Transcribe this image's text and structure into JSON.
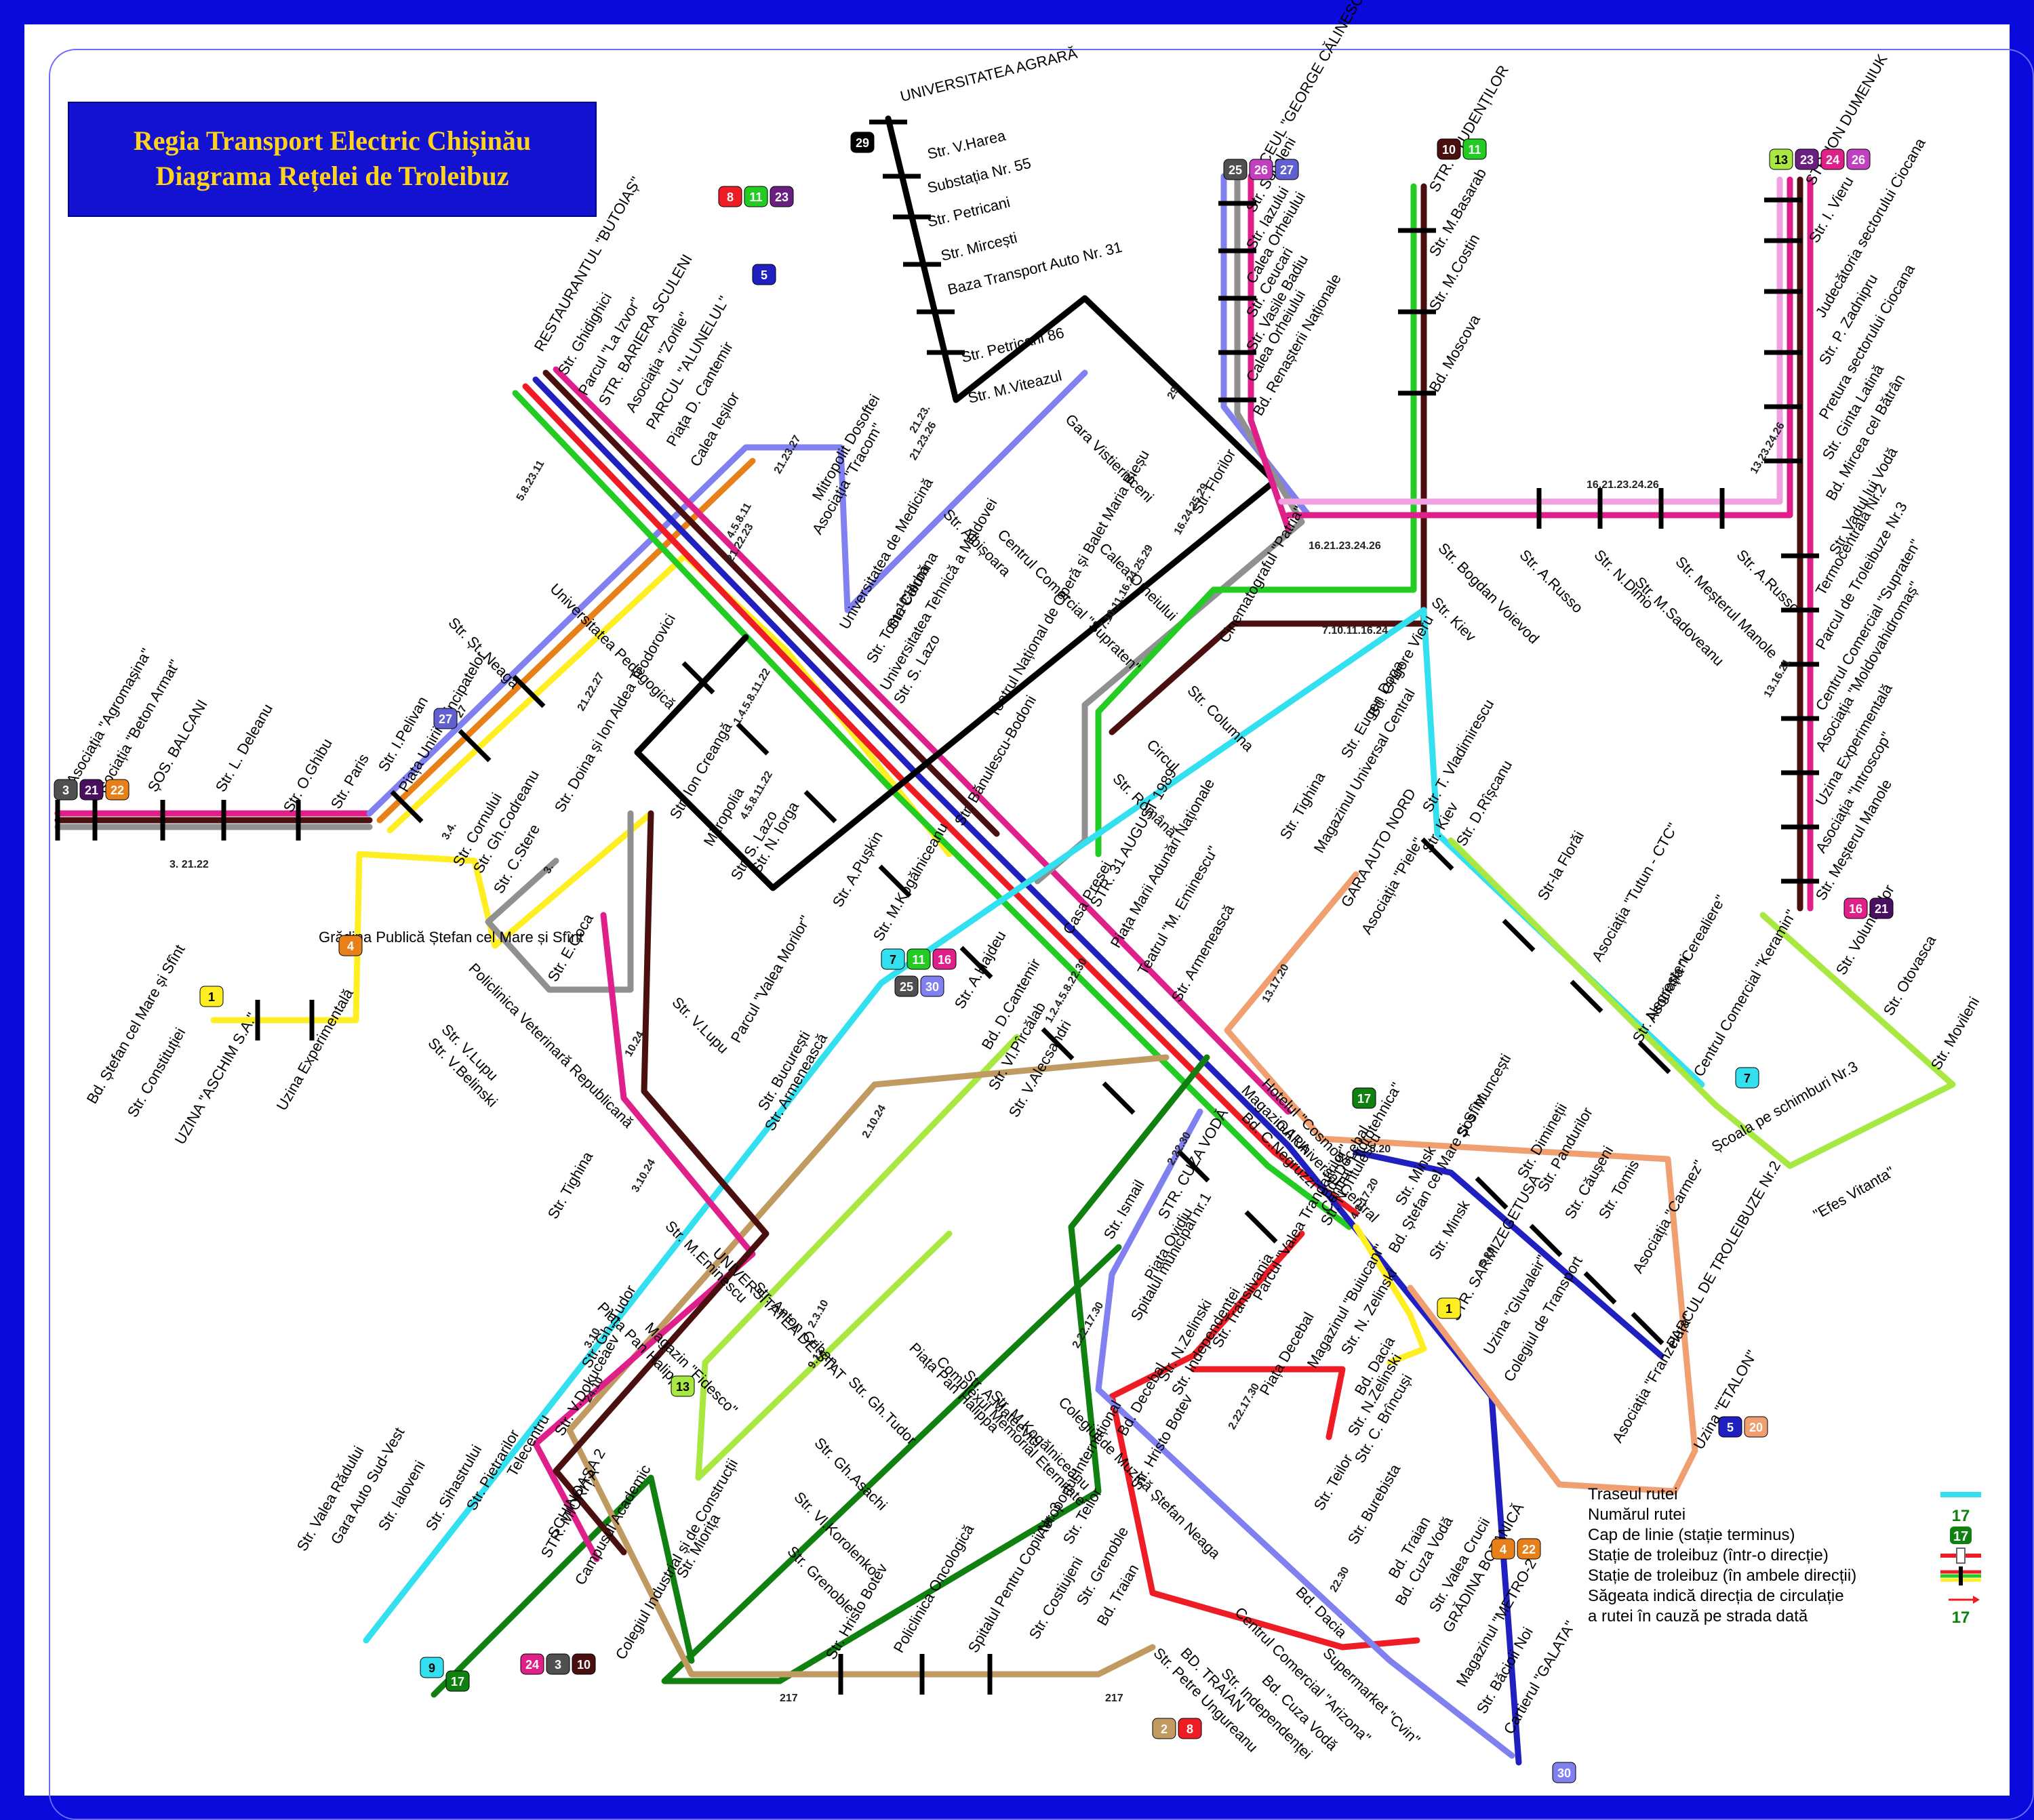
{
  "title": {
    "line1": "Regia Transport Electric Chișinău",
    "line2": "Diagrama Rețelei de Troleibuz"
  },
  "colors": {
    "frame": "#0a0adc",
    "title_bg": "#1212d0",
    "title_text": "#ffd21e",
    "route_cyan": "#33e0f0",
    "route_green": "#22cc22",
    "route_lime": "#a8e840",
    "route_yellow": "#ffee22",
    "route_red": "#ee1c24",
    "route_orange": "#e8801a",
    "route_brown": "#4a1010",
    "route_dark_green": "#108010",
    "route_blue": "#2020c0",
    "route_lavender": "#8080f0",
    "route_pink": "#f0a0e0",
    "route_magenta": "#e0208a",
    "route_grey": "#909090",
    "route_black": "#000000",
    "route_tan": "#c09a60",
    "route_salmon": "#f0a070"
  },
  "route_badges": [
    {
      "text": "29",
      "color": "#000000"
    },
    {
      "text": "8",
      "color": "#ee1c24"
    },
    {
      "text": "11",
      "color": "#22cc22"
    },
    {
      "text": "23",
      "color": "#6a2080"
    },
    {
      "text": "5",
      "color": "#2020c0"
    },
    {
      "text": "25",
      "color": "#505050"
    },
    {
      "text": "26",
      "color": "#c040c0"
    },
    {
      "text": "27",
      "color": "#6060d0"
    },
    {
      "text": "10",
      "color": "#4a1010"
    },
    {
      "text": "11",
      "color": "#22cc22"
    },
    {
      "text": "13",
      "color": "#a8e840"
    },
    {
      "text": "23",
      "color": "#6a2080"
    },
    {
      "text": "24",
      "color": "#e0208a"
    },
    {
      "text": "26",
      "color": "#c040c0"
    },
    {
      "text": "3",
      "color": "#505050"
    },
    {
      "text": "21",
      "color": "#4a1060"
    },
    {
      "text": "22",
      "color": "#e8801a"
    },
    {
      "text": "27",
      "color": "#6060d0"
    },
    {
      "text": "4",
      "color": "#e8801a"
    },
    {
      "text": "1",
      "color": "#ffee22"
    },
    {
      "text": "7",
      "color": "#33e0f0"
    },
    {
      "text": "11",
      "color": "#22cc22"
    },
    {
      "text": "16",
      "color": "#e0208a"
    },
    {
      "text": "25",
      "color": "#505050"
    },
    {
      "text": "30",
      "color": "#8080f0"
    },
    {
      "text": "17",
      "color": "#108010"
    },
    {
      "text": "16",
      "color": "#e0208a"
    },
    {
      "text": "21",
      "color": "#4a1060"
    },
    {
      "text": "7",
      "color": "#33e0f0"
    },
    {
      "text": "5",
      "color": "#2020c0"
    },
    {
      "text": "20",
      "color": "#f0a070"
    },
    {
      "text": "13",
      "color": "#a8e840"
    },
    {
      "text": "24",
      "color": "#e0208a"
    },
    {
      "text": "3",
      "color": "#505050"
    },
    {
      "text": "10",
      "color": "#4a1010"
    },
    {
      "text": "9",
      "color": "#33e0f0"
    },
    {
      "text": "17",
      "color": "#108010"
    },
    {
      "text": "2",
      "color": "#c09a60"
    },
    {
      "text": "8",
      "color": "#ee1c24"
    },
    {
      "text": "4",
      "color": "#e8801a"
    },
    {
      "text": "22",
      "color": "#e8801a"
    },
    {
      "text": "30",
      "color": "#8080f0"
    },
    {
      "text": "1",
      "color": "#ffee22"
    }
  ],
  "stations": [
    "UNIVERSITATEA AGRARĂ",
    "Str. V.Harea",
    "Substația Nr. 55",
    "Str. Petricani",
    "Str. Mircești",
    "Baza Transport Auto Nr. 31",
    "Str. Petricani 86",
    "Str. M.Viteazul",
    "RESTAURANTUL \"BUTOIAȘ\"",
    "Str. Ghidighici",
    "Parcul \"La Izvor\"",
    "STR. BARIERA SCULENI",
    "Asociația \"Zorile\"",
    "PARCUL \"ALUNELUL\"",
    "Piața D. Cantemir",
    "Calea Ieșilor",
    "LICEUL \"GEORGE CĂLINESCU\"",
    "Str. Socoleni",
    "Str. Iazului",
    "Calea Orheiului",
    "Str. Ceucari",
    "Str. Vasile Badiu",
    "Calea Orheiului",
    "Bd. Renașterii Naționale",
    "STR. STUDENȚILOR",
    "Str. M.Basarab",
    "Str. M.Costin",
    "Bd. Moscova",
    "STR. ION DUMENIUK",
    "Str. I. Vieru",
    "Judecătoria sectorului Ciocana",
    "Str. P. Zadnipru",
    "Pretura sectorului Ciocana",
    "Str. Ginta Latină",
    "Bd. Mircea cel Bătrân",
    "Str. Vadul lui Vodă",
    "Termocentrala Nr.2",
    "Parcul de Troleibuze Nr.3",
    "Centrul Comercial \"Supraten\"",
    "Asociația \"Moldovahidromaș\"",
    "Uzina Experimentală",
    "Asociația \"Introscop\"",
    "Str. Meșterul Manole",
    "Str. Voluntarilor",
    "Str. Otovasca",
    "Str. Movileni",
    "\"Efes Vitanta\"",
    "Școala pe schimburi Nr.3",
    "Mitropolit Dosoftei",
    "Asociația \"Tracom\"",
    "Centrul Comercial \"Supraten\"",
    "Str. Albișoara",
    "Gara Vistierniceni",
    "Calea Orheiului",
    "Str. Florilor",
    "Str. Bogdan Voievod",
    "Str. Kiev",
    "Str. A.Russo",
    "Str. N.Dimo",
    "Str. M.Sadoveanu",
    "Str. Meșterul Manole",
    "Str. A.Russo",
    "Universitatea Pedagogică",
    "Str. Șt. Neaga",
    "Str. Columna",
    "Universitatea de Medicină",
    "Str. Toma Ciorbă",
    "Universitatea Tehnică a Moldovei",
    "Str. S. Lazo",
    "Teatrul Național de Operă și Balet Maria Bieșu",
    "Cinematograful \"Patria\"",
    "Str. Columna",
    "Circul",
    "Str. Română",
    "Str. Eugen Doga",
    "Bd. Grigore Vieru",
    "Str. T. Vladimirescu",
    "Str. Kiev",
    "Str. D.Rîșcanu",
    "Str-la Florăi",
    "Asociația \"Tutun - CTC\"",
    "Asociația \"Cerealiere\"",
    "Str. Negreșteni",
    "Centrul Comercial \"Keramin\"",
    "Asociația \"Agromașina\"",
    "Asociația \"Beton Armat\"",
    "ȘOS. BALCANI",
    "Str. L. Deleanu",
    "Str. O.Ghibu",
    "Str. Paris",
    "Str. I.Pelivan",
    "Piața Unirii Principatelor",
    "Str. Doina și Ion Aldea Teodorovici",
    "Str. Ion Creangă",
    "Mitropolia",
    "Str. S. Lazo",
    "Str. N. Iorga",
    "Str. Bănulescu-Bodoni",
    "Grădina Publică Ștefan cel Mare și Sfînt",
    "Bd. Ștefan cel Mare și Sfînt",
    "Str. Constituției",
    "UZINA \"ASCHIM S.A.\"",
    "Uzina Experimentală",
    "Policlinica Veterinară Republicană",
    "Str. V.Lupu",
    "Str. V.Belinski",
    "Str. Cornului",
    "Str. Gh.Codreanu",
    "Str. C.Stere",
    "Str. E.Coca",
    "Str. V.Lupu",
    "Parcul \"Valea Morilor\"",
    "Str. București",
    "Str. A.Pușkin",
    "Str. M.Kogălniceanu",
    "STR. 31 AUGUST 1989",
    "Casa Presei",
    "Piața Marii Adunări Naționale",
    "Teatrul \"M. Eminescu\"",
    "Str. Armenească",
    "Str. Tighina",
    "Magazinul Universal Central",
    "GARA AUTO NORD",
    "Asociația \"Piele\"",
    "Str. A.Hajdeu",
    "Bd. D.Cantemir",
    "Str. Vl.Pîrcălab",
    "Str. V.Alecsandri",
    "Str. Armenească",
    "Str. Tighina",
    "Str. M.Eminescu",
    "UNIVERSITATEA DE STAT",
    "Str. Anton Crihan",
    "Piața Pan Halippa",
    "Magazin \"Fidesco\"",
    "Str. Gh. Tudor",
    "Str. V.Dokuceaev",
    "Telecentru",
    "Str. Pietrarilor",
    "Str. Sihastrului",
    "Str. Ialoveni",
    "Gara Auto Sud-Vest",
    "Str. Valea Rădului",
    "SCHINOASA 2",
    "STR. MIORIȚA",
    "Campusul Academic",
    "Str. Miorița",
    "Colegiul Industrial și de Construcții",
    "Str. Grenoble",
    "Str. Vl.Korolenko",
    "Str. Gh.Asachi",
    "Str. Gh.Tudor",
    "Piața Pan Halippa",
    "Complexul Memorial Eternitate",
    "Str. A.Mateevici",
    "Str. M.Kogălniceanu",
    "Colegiul de Muzică Ștefan Neaga",
    "Str. Hristo Botev",
    "Policlinica Oncologică",
    "Spitalul Pentru Copii Nr. 3",
    "Str. Costiujeni",
    "Str. Grenoble",
    "Bd. Traian",
    "Str. Petre Ungureanu",
    "BD. TRAIAN",
    "Str. Independenței",
    "Bd. Cuza Vodă",
    "Supermarket \"Cvin\"",
    "Centrul Comercial \"Arizona\"",
    "Bd. Dacia",
    "Bd. Traian",
    "Str. Burebista",
    "Bd. Cuza Vodă",
    "Str. Valea Crucii",
    "GRĂDINA BOTANICĂ",
    "Magazinul \"METRO-2\"",
    "Str. Băcioii Noi",
    "Cartierul \"GALATA\"",
    "Aeroportul Internațional",
    "Str. Teilor",
    "Bd. Decebal",
    "Str. N.Zelinski",
    "Str. Hristo Botev",
    "Str. Teilor",
    "Str. Independenței",
    "Str. Transilvania",
    "Parcul \"Valea Trandafirilor\"",
    "Piața Decebal",
    "Magazinul \"Buiucani\"",
    "Str. N. Zelinski",
    "Bd. Dacia",
    "Str. N.Zelinski",
    "Str. C. Brîncuși",
    "Str. Ismail",
    "STR. CUZA VODĂ",
    "Piața Ovidiu",
    "Spitalul municipal nr.1",
    "Bd. Decebal",
    "Centrul \"Hidrotehnica\"",
    "Str. N. Titulescu",
    "Șos. Muncești",
    "Str. Minsk",
    "Str. Dimineții",
    "Str. Pandurilor",
    "Str. Căușeni",
    "Str. Tomis",
    "Asociația \"Carmez\"",
    "PARCUL DE TROLEIBUZE Nr.2",
    "Uzina \"ETALON\"",
    "Asociația \"Franzeluța\"",
    "Colegiul de Transport",
    "Uzina \"Gluvaleir\"",
    "STR. SARMIZEGETUSA",
    "Str. Minsk",
    "Bd. Ștefan cel Mare și Sfînt",
    "Magazinul Universal Central",
    "Bd. C.Negruzzi",
    "Hotelul \"Cosmos\"",
    "GARA"
  ],
  "route_tags": [
    "21.23.",
    "29",
    "21.23.27",
    "21.23.26",
    "27",
    "16.21.23.24.26",
    "16.21.23.24.26",
    "13.23.24.26",
    "13.16.21",
    "16.24.25.29",
    "7.10.11.16.24.25.29",
    "7.10.11.16.24",
    "5.8.23.11",
    "4.5.8.11",
    "21.22.23",
    "1.4.5.8.11.22",
    "21.22.27",
    "3. 21.22",
    "4.5.8.11.22",
    "10.24",
    "3.",
    "3.4.",
    "1.2.4.5.8.22.30",
    "13.17.20",
    "2.10.24",
    "3.10.24",
    "2.3.10",
    "9.13",
    "2.22.30",
    "5.20",
    "4.8.17.20",
    "5.20",
    "2.22.17.30",
    "2.22.17.30",
    "22.30",
    "217",
    "217",
    "3.10",
    "24.10",
    "10.11"
  ],
  "legend": {
    "items": [
      "Traseul rutei",
      "Numărul rutei",
      "Cap de linie (stație terminus)",
      "Stație de troleibuz (într-o direcție)",
      "Stație de troleibuz (în ambele direcții)",
      "Săgeata indică direcția de circulație",
      "a rutei în cauză pe strada dată"
    ],
    "symbol_numbers": [
      "17",
      "17",
      "17"
    ]
  }
}
